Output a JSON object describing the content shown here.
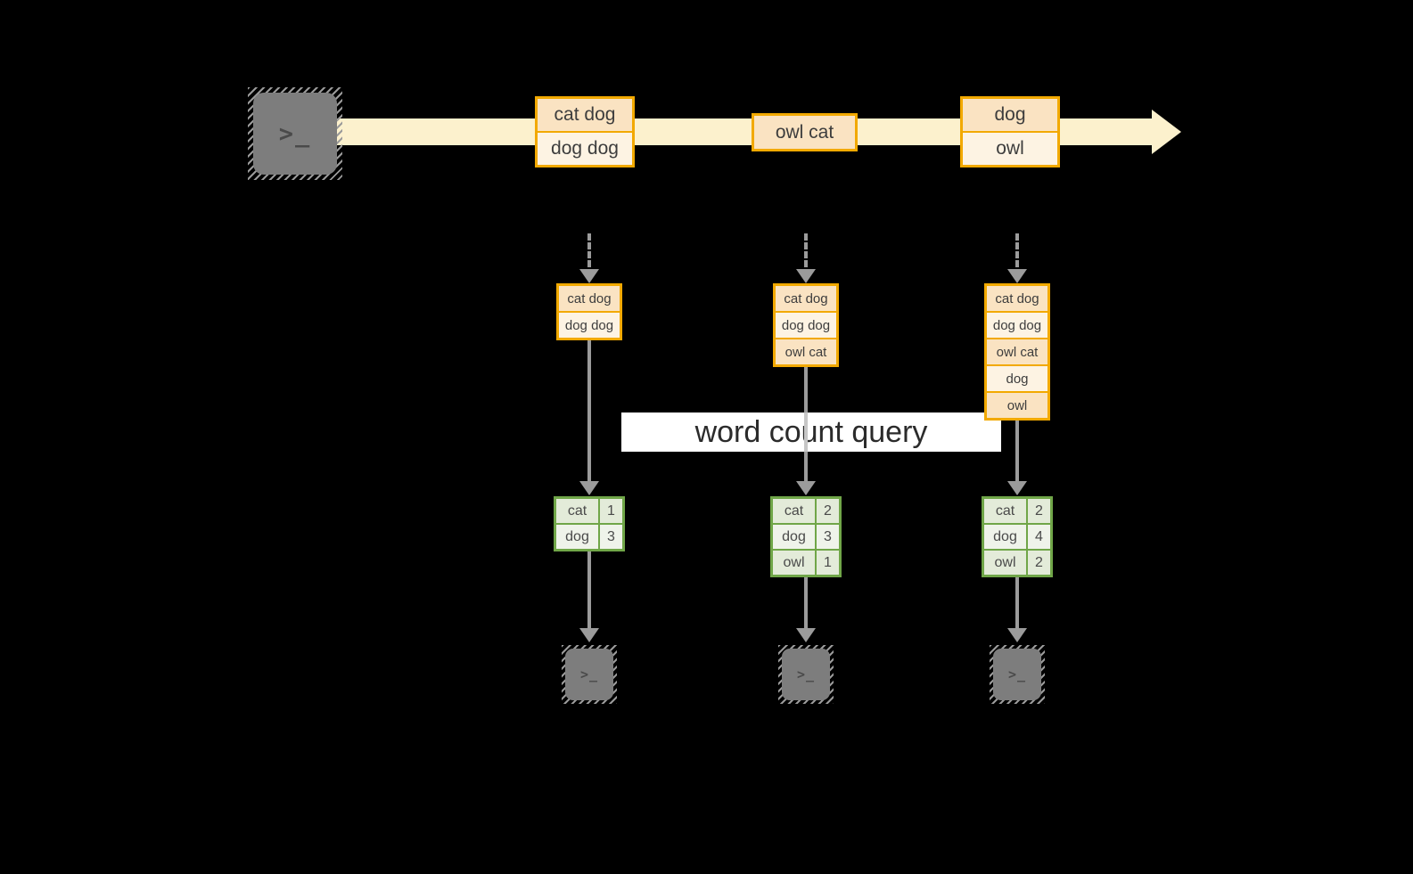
{
  "banner": {
    "label": "word count query"
  },
  "icons": {
    "terminal_glyph": ">_"
  },
  "stream": {
    "events": [
      {
        "lines": [
          "cat dog",
          "dog dog"
        ]
      },
      {
        "lines": [
          "owl cat"
        ]
      },
      {
        "lines": [
          "dog",
          "owl"
        ]
      }
    ]
  },
  "pipelines": [
    {
      "micro_batch": [
        "cat dog",
        "dog dog"
      ],
      "counts": [
        {
          "word": "cat",
          "n": "1"
        },
        {
          "word": "dog",
          "n": "3"
        }
      ]
    },
    {
      "micro_batch": [
        "cat dog",
        "dog dog",
        "owl cat"
      ],
      "counts": [
        {
          "word": "cat",
          "n": "2"
        },
        {
          "word": "dog",
          "n": "3"
        },
        {
          "word": "owl",
          "n": "1"
        }
      ]
    },
    {
      "micro_batch": [
        "cat dog",
        "dog dog",
        "owl cat",
        "dog",
        "owl"
      ],
      "counts": [
        {
          "word": "cat",
          "n": "2"
        },
        {
          "word": "dog",
          "n": "4"
        },
        {
          "word": "owl",
          "n": "2"
        }
      ]
    }
  ],
  "colors": {
    "accent_orange": "#F2A900",
    "cell_peach": "#FAE3C2",
    "cell_cream": "#FDF3E3",
    "stream_band": "#FCF1CD",
    "accent_green": "#70A648",
    "cell_green_dark": "#E3EBD9",
    "cell_green_light": "#EFF3EA",
    "arrow_gray": "#9B9B9B",
    "terminal_gray": "#7D7D7D",
    "banner_bg": "#FFFFFF",
    "background": "#000000"
  }
}
